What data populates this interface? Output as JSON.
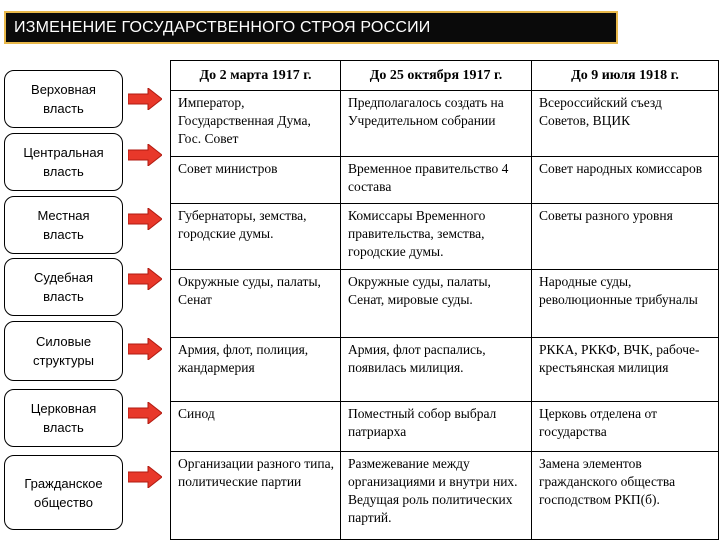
{
  "title": "ИЗМЕНЕНИЕ  ГОСУДАРСТВЕННОГО  СТРОЯ  РОССИИ",
  "colors": {
    "title_bg": "#0a0a0a",
    "title_border": "#e8b84a",
    "arrow": "#e8382a"
  },
  "columns": [
    "До 2 марта 1917 г.",
    "До 25 октября 1917 г.",
    "До 9 июля 1918 г."
  ],
  "rows": [
    {
      "label": "Верховная\nвласть",
      "cells": [
        "Император, Государственная Дума, Гос. Совет",
        "Предполагалось создать на Учредительном собрании",
        "Всероссийский съезд Советов, ВЦИК"
      ]
    },
    {
      "label": "Центральная\nвласть",
      "cells": [
        "Совет министров",
        "Временное правительство 4 состава",
        "Совет народных комиссаров"
      ]
    },
    {
      "label": "Местная\nвласть",
      "cells": [
        "Губернаторы, земства, городские думы.",
        "Комиссары Временного правительства, земства, городские думы.",
        "Советы разного уровня"
      ]
    },
    {
      "label": "Судебная\nвласть",
      "cells": [
        "Окружные суды, палаты, Сенат",
        "Окружные суды, палаты, Сенат, мировые суды.",
        "Народные суды, революционные трибуналы"
      ]
    },
    {
      "label": "Силовые\nструктуры",
      "cells": [
        "Армия, флот, полиция, жандармерия",
        "Армия, флот распались, появилась милиция.",
        "РККА, РККФ, ВЧК, рабоче-крестьянская милиция"
      ]
    },
    {
      "label": "Церковная\nвласть",
      "cells": [
        "Синод",
        "Поместный собор выбрал патриарха",
        "Церковь отделена от государства"
      ]
    },
    {
      "label": "Гражданское\nобщество",
      "cells": [
        "Организации разного типа, политические партии",
        "Размежевание между организациями и внутри них. Ведущая роль политических партий.",
        "Замена элементов гражданского общества господством РКП(б)."
      ]
    }
  ]
}
